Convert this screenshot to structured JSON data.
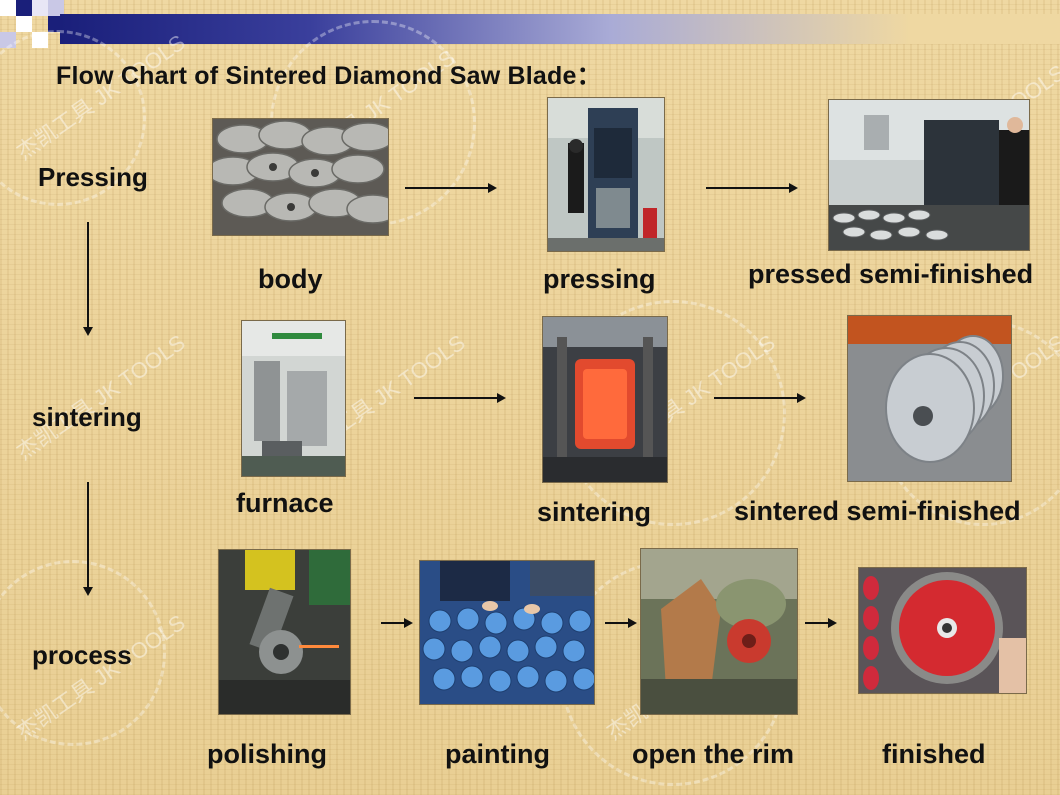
{
  "title": "Flow Chart of Sintered Diamond Saw Blade：",
  "watermark": "杰凯工具 JK TOOLS",
  "stages": {
    "pressing": "Pressing",
    "sintering": "sintering",
    "process": "process"
  },
  "captions": {
    "body": "body",
    "pressing": "pressing",
    "pressed": "pressed semi-finished",
    "furnace": "furnace",
    "sintering": "sintering",
    "sintered": "sintered semi-finished",
    "polishing": "polishing",
    "painting": "painting",
    "open_rim": "open the rim",
    "finished": "finished"
  },
  "colors": {
    "banner_dark": "#1a1f7a",
    "background": "#efd8a2",
    "text": "#111111"
  }
}
